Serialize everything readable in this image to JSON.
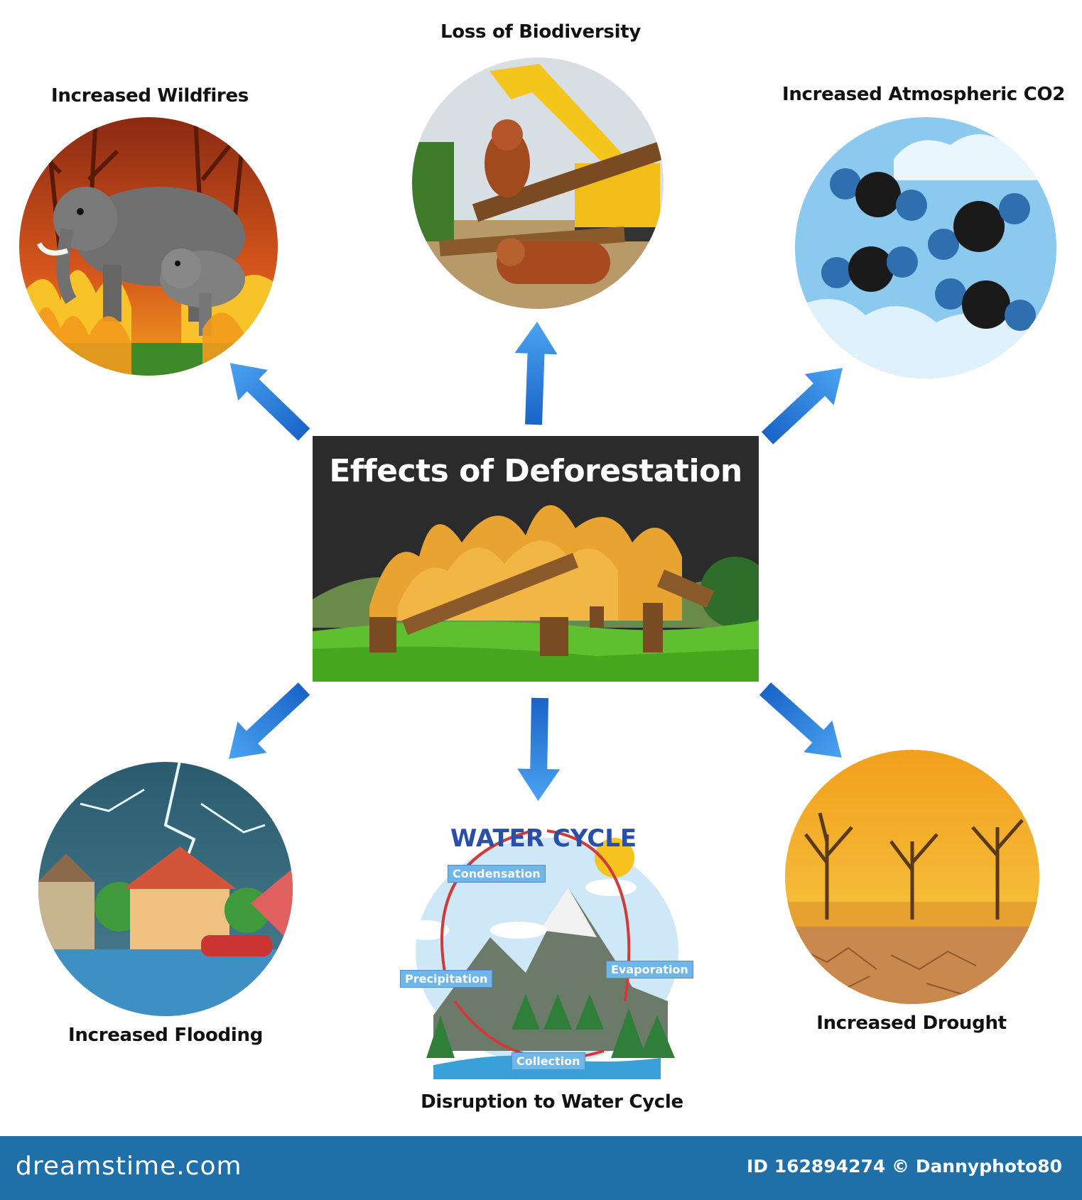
{
  "center": {
    "title": "Effects of Deforestation"
  },
  "effects": {
    "wildfires": "Increased Wildfires",
    "biodiversity": "Loss of Biodiversity",
    "co2": "Increased Atmospheric CO2",
    "flooding": "Increased Flooding",
    "water_cycle": "Disruption to Water Cycle",
    "drought": "Increased Drought"
  },
  "water_cycle_diagram": {
    "title": "WATER CYCLE",
    "stages": {
      "condensation": "Condensation",
      "precipitation": "Precipitation",
      "evaporation": "Evaporation",
      "collection": "Collection"
    }
  },
  "footer": {
    "brand": "dreamstime.com",
    "credit": "ID 162894274 © Dannyphoto80"
  },
  "colors": {
    "arrow": "#2d7fe0",
    "footer": "#1f6fa8",
    "center_bg": "#2b2b2b"
  }
}
